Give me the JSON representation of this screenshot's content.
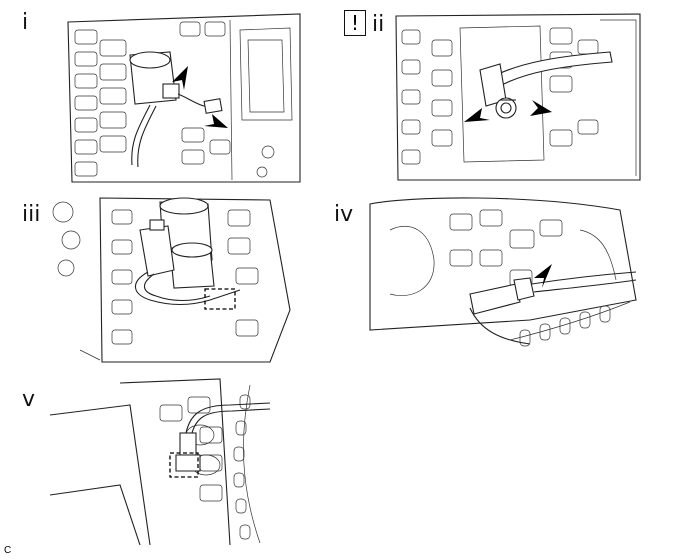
{
  "panels": [
    {
      "label": "i"
    },
    {
      "label": "ii",
      "caution_mark": "!"
    },
    {
      "label": "iii"
    },
    {
      "label": "iv"
    },
    {
      "label": "v"
    }
  ],
  "corner_code": "C",
  "icons": {
    "caution": "exclamation-box",
    "pointer": "black-arrow",
    "highlight": "dashed-rectangle"
  }
}
